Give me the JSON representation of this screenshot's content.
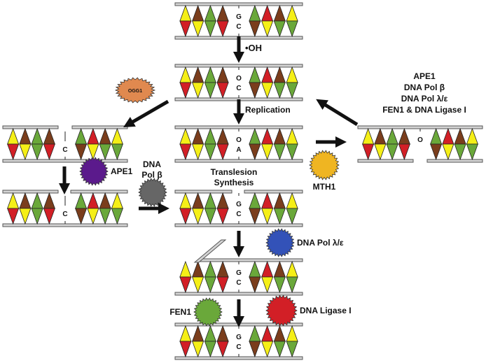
{
  "palette": {
    "yellow": "#f5ef17",
    "brown": "#7a3d1c",
    "green": "#6aa83a",
    "red": "#d21f26",
    "strand_fill": "#d4d4d4",
    "strand_stroke": "#555555",
    "arrow": "#111111"
  },
  "labels": {
    "oh": "•OH",
    "replication": "Replication",
    "translesion_line1": "Translesion",
    "translesion_line2": "Synthesis",
    "dna_pol_beta_line1": "DNA",
    "dna_pol_beta_line2": "Pol β",
    "right_list": [
      "APE1",
      "DNA Pol β",
      "DNA Pol λ/ε",
      "FEN1 & DNA Ligase I"
    ]
  },
  "enzymes": [
    {
      "id": "ogg1",
      "name": "OGG1",
      "color": "#e0894f",
      "shape": "starburst-oval"
    },
    {
      "id": "ape1",
      "name": "APE1",
      "color": "#5b1a8c",
      "shape": "starburst"
    },
    {
      "id": "polb",
      "name": "",
      "color": "#666666",
      "shape": "starburst"
    },
    {
      "id": "mth1",
      "name": "MTH1",
      "color": "#efb522",
      "shape": "starburst"
    },
    {
      "id": "pollambda",
      "name": "DNA Pol λ/ε",
      "color": "#3352b8",
      "shape": "starburst"
    },
    {
      "id": "fen1",
      "name": "FEN1",
      "color": "#6aa83a",
      "shape": "starburst"
    },
    {
      "id": "ligase",
      "name": "DNA Ligase I",
      "color": "#d21f26",
      "shape": "starburst"
    }
  ],
  "dna": [
    {
      "id": "dna-1",
      "pairs": "yr,by,gg,br",
      "middle": [
        "G",
        "C"
      ],
      "pairs_right": "gb,ry,bg,yg"
    },
    {
      "id": "dna-2",
      "pairs": "yr,by,gg,br",
      "middle": [
        "O",
        "C"
      ],
      "pairs_right": "gb,ry,bg,yg"
    },
    {
      "id": "dna-3",
      "pairs": "yr,by,gg,br",
      "middle": [
        "O",
        "A"
      ],
      "pairs_right": "gb,ry,bg,yg"
    },
    {
      "id": "dna-left-1",
      "pairs": "yr,by,gg,br",
      "middle": [
        "",
        "C"
      ],
      "pairs_right": "gb,ry,bg,yg"
    },
    {
      "id": "dna-left-2",
      "pairs": "yr,by,gg,br",
      "middle": [
        "",
        "C"
      ],
      "pairs_right": "gb,ry,bg,yg"
    },
    {
      "id": "dna-right",
      "pairs": "yr,by,gg,br",
      "middle": [
        "O",
        ""
      ],
      "pairs_right": "gb,ry,bg,yg"
    },
    {
      "id": "dna-4",
      "pairs": "yr,by,gg,br",
      "middle": [
        "G",
        "C"
      ],
      "pairs_right": "gb,ry,bg,yg"
    },
    {
      "id": "dna-5",
      "pairs": "yr,by,gg,br",
      "middle": [
        "G",
        "C"
      ],
      "pairs_right": "gb,ry,bg,yg"
    },
    {
      "id": "dna-6",
      "pairs": "yr,by,gg,br",
      "middle": [
        "G",
        "C"
      ],
      "pairs_right": "gb,ry,bg,yg"
    }
  ]
}
